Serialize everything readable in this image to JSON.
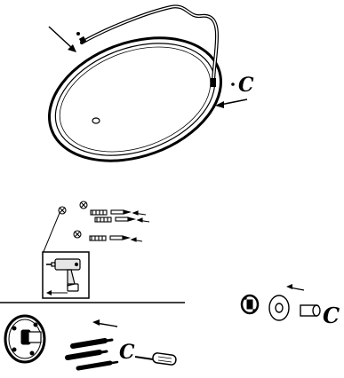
{
  "labels": {
    "mirror_ring_label": "C",
    "mount_label": "C",
    "screw_label": "C"
  },
  "colors": {
    "ink": "#000000",
    "paper": "#ffffff",
    "shade": "#e6e6e6"
  },
  "icons": {
    "mirror": "oval-led-mirror-icon",
    "drill": "power-drill-icon",
    "screwdriver": "screwdriver-icon",
    "anchor": "wall-anchor-icon",
    "screw": "screw-icon",
    "bracket": "round-wall-bracket-icon"
  }
}
